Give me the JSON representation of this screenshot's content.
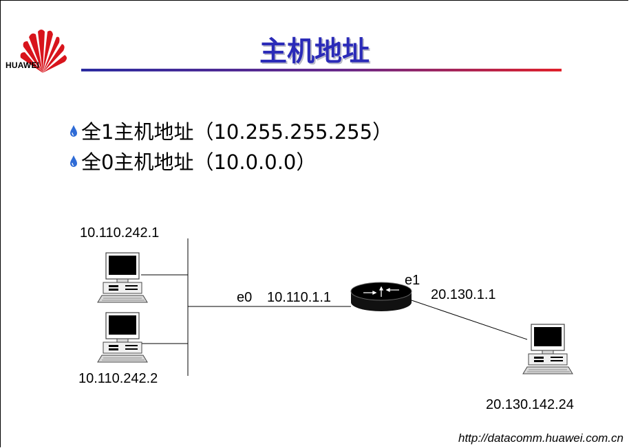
{
  "header": {
    "logo_text": "HUAWEI",
    "title": "主机地址",
    "title_color": "#2b2bb8"
  },
  "bullets": [
    {
      "text": "全1主机地址（10.255.255.255）"
    },
    {
      "text": "全0主机地址（10.0.0.0）"
    }
  ],
  "diagram": {
    "hosts": [
      {
        "label": "10.110.242.1"
      },
      {
        "label": "10.110.242.2"
      },
      {
        "label": "20.130.142.24"
      }
    ],
    "router": {
      "e0_label": "e0",
      "e0_ip": "10.110.1.1",
      "e1_label": "e1",
      "e1_ip": "20.130.1.1"
    }
  },
  "footer": {
    "url": "http://datacomm.huawei.com.cn"
  },
  "colors": {
    "bullet_icon": "#2e6bd6",
    "title_rule_start": "#2b2ba0",
    "title_rule_end": "#e0202a"
  }
}
